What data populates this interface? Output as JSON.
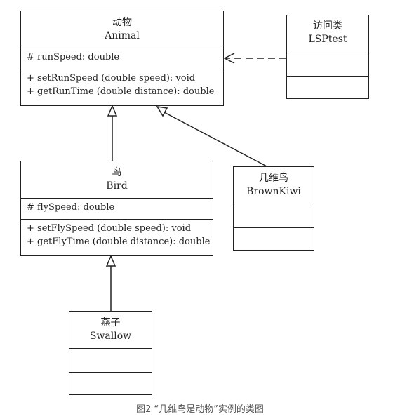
{
  "classes": {
    "animal": {
      "name_cn": "动物",
      "name_en": "Animal",
      "attributes": [
        "# runSpeed: double"
      ],
      "methods": [
        "+ setRunSpeed (double speed): void",
        "+ getRunTime (double distance): double"
      ]
    },
    "lsptest": {
      "name_cn": "访问类",
      "name_en": "LSPtest"
    },
    "bird": {
      "name_cn": "鸟",
      "name_en": "Bird",
      "attributes": [
        "# flySpeed: double"
      ],
      "methods": [
        "+ setFlySpeed (double speed): void",
        "+ getFlyTime (double distance): double"
      ]
    },
    "brownkiwi": {
      "name_cn": "几维鸟",
      "name_en": "BrownKiwi"
    },
    "swallow": {
      "name_cn": "燕子",
      "name_en": "Swallow"
    }
  },
  "caption": "图2 “几维鸟是动物”实例的类图"
}
